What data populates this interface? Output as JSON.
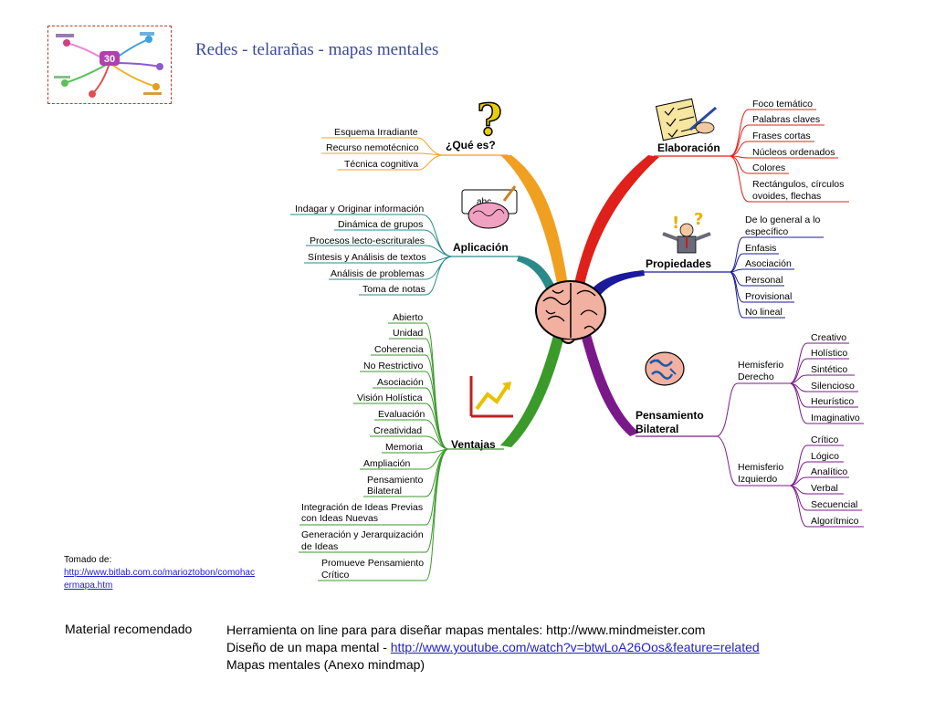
{
  "title": "Redes - telarañas - mapas mentales",
  "thumbnail": {
    "badge": "30"
  },
  "colors": {
    "que_es": "#f0a020",
    "aplicacion": "#2a8a8a",
    "ventajas": "#3a9a2a",
    "elaboracion": "#e0201a",
    "propiedades": "#1a1a9a",
    "bilateral": "#7a1a8a"
  },
  "branches": {
    "que_es": {
      "title": "¿Qué es?",
      "icon": "question-mark-icon",
      "items": [
        "Esquema Irradiante",
        "Recurso nemotécnico",
        "Técnica cognitiva"
      ]
    },
    "aplicacion": {
      "title": "Aplicación",
      "icon": "brain-writing-icon",
      "items": [
        "Indagar y Originar información",
        "Dinámica de grupos",
        "Procesos lecto-escriturales",
        "Síntesis y Análisis de textos",
        "Análisis de problemas",
        "Toma de notas"
      ]
    },
    "ventajas": {
      "title": "Ventajas",
      "icon": "growth-chart-icon",
      "items": [
        [
          "Abierto"
        ],
        [
          "Unidad"
        ],
        [
          "Coherencia"
        ],
        [
          "No Restrictivo"
        ],
        [
          "Asociación"
        ],
        [
          "Visión Holística"
        ],
        [
          "Evaluación"
        ],
        [
          "Creatividad"
        ],
        [
          "Memoria"
        ],
        [
          "Ampliación"
        ],
        [
          "Pensamiento",
          "Bilateral"
        ],
        [
          "Integración de Ideas Previas",
          "con Ideas Nuevas"
        ],
        [
          "Generación y Jerarquización",
          "de Ideas"
        ],
        [
          "Promueve Pensamiento",
          "Crítico"
        ]
      ]
    },
    "elaboracion": {
      "title": "Elaboración",
      "icon": "checklist-icon",
      "items": [
        [
          "Foco temático"
        ],
        [
          "Palabras claves"
        ],
        [
          "Frases cortas"
        ],
        [
          "Núcleos ordenados"
        ],
        [
          "Colores"
        ],
        [
          "Rectángulos, círculos",
          "ovoides, flechas"
        ]
      ]
    },
    "propiedades": {
      "title": "Propiedades",
      "icon": "thinking-person-icon",
      "items": [
        [
          "De lo general a lo",
          "específico"
        ],
        [
          "Enfasis"
        ],
        [
          "Asociación"
        ],
        [
          "Personal"
        ],
        [
          "Provisional"
        ],
        [
          "No lineal"
        ]
      ]
    },
    "bilateral": {
      "title_lines": [
        "Pensamiento",
        "Bilateral"
      ],
      "icon": "brain-hemispheres-icon",
      "derecho": {
        "title_lines": [
          "Hemisferio",
          "Derecho"
        ],
        "items": [
          "Creativo",
          "Holístico",
          "Sintético",
          "Silencioso",
          "Heurístico",
          "Imaginativo"
        ]
      },
      "izquierdo": {
        "title_lines": [
          "Hemisferio",
          "Izquierdo"
        ],
        "items": [
          "Crítico",
          "Lógico",
          "Analítico",
          "Verbal",
          "Secuencial",
          "Algorítmico"
        ]
      }
    }
  },
  "source": {
    "label": "Tomado de:",
    "url": "http://www.bitlab.com.co/marioztobon/comohacermapa.htm"
  },
  "recommended": {
    "label": "Material recomendado",
    "line1": "Herramienta on line para para diseñar mapas mentales: http://www.mindmeister.com",
    "line2_prefix": "Diseño de un mapa mental - ",
    "line2_link": "http://www.youtube.com/watch?v=btwLoA26Oos&feature=related",
    "line3": "Mapas mentales (Anexo mindmap)"
  }
}
